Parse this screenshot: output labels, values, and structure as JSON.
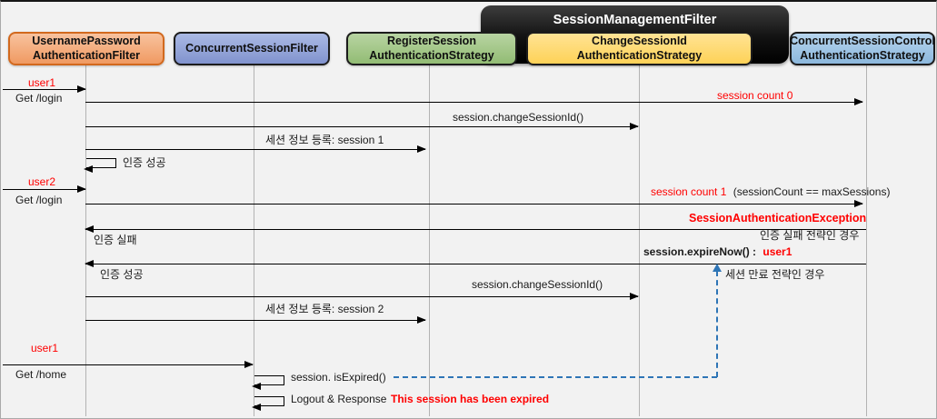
{
  "group_title": "SessionManagementFilter",
  "participants": [
    {
      "id": "username-password-authentication-filter",
      "label": "UsernamePassword\nAuthenticationFilter"
    },
    {
      "id": "concurrent-session-filter",
      "label": "ConcurrentSessionFilter"
    },
    {
      "id": "register-session-authentication-strategy",
      "label": "RegisterSession\nAuthenticationStrategy"
    },
    {
      "id": "change-session-id-authentication-strategy",
      "label": "ChangeSessionId\nAuthenticationStrategy"
    },
    {
      "id": "concurrent-session-control-authentication-strategy",
      "label": "ConcurrentSessionControl\nAuthenticationStrategy"
    }
  ],
  "flow": {
    "user1_first": "user1",
    "get_login_first": "Get /login",
    "session_count_0": "session count 0",
    "change_session_id_first": "session.changeSessionId()",
    "register_session_first": "세션 정보 등록: session 1",
    "auth_success_first": "인증 성공",
    "user2": "user2",
    "get_login_second": "Get /login",
    "session_count_1": "session count 1",
    "session_count_1_condition": "(sessionCount == maxSessions)",
    "session_auth_exception": "SessionAuthenticationException",
    "auth_fail": "인증 실패",
    "auth_fail_strategy_note": "인증 실패 전략인 경우",
    "expire_now": "session.expireNow() :",
    "expire_now_user": "user1",
    "auth_success_second": "인증 성공",
    "session_expire_strategy_note": "세션 만료 전략인 경우",
    "change_session_id_second": "session.changeSessionId()",
    "register_session_second": "세션 정보 등록: session 2",
    "user1_second": "user1",
    "get_home": "Get /home",
    "is_expired": "session. isExpired()",
    "logout_response": "Logout & Response",
    "expired_message": "This session has been expired"
  },
  "colors": {
    "red_text": "#ff0000",
    "dashed_arrow_blue": "#2e75b6",
    "actor_orange": "#f4a77b",
    "actor_orange_border": "#d2691e",
    "actor_periwinkle": "#95a7da",
    "actor_green": "#a5c88c",
    "actor_yellow": "#ffd966",
    "actor_lightblue": "#9dc3e6",
    "group_black": "#1b1b1b",
    "background": "#f2f2f2"
  }
}
